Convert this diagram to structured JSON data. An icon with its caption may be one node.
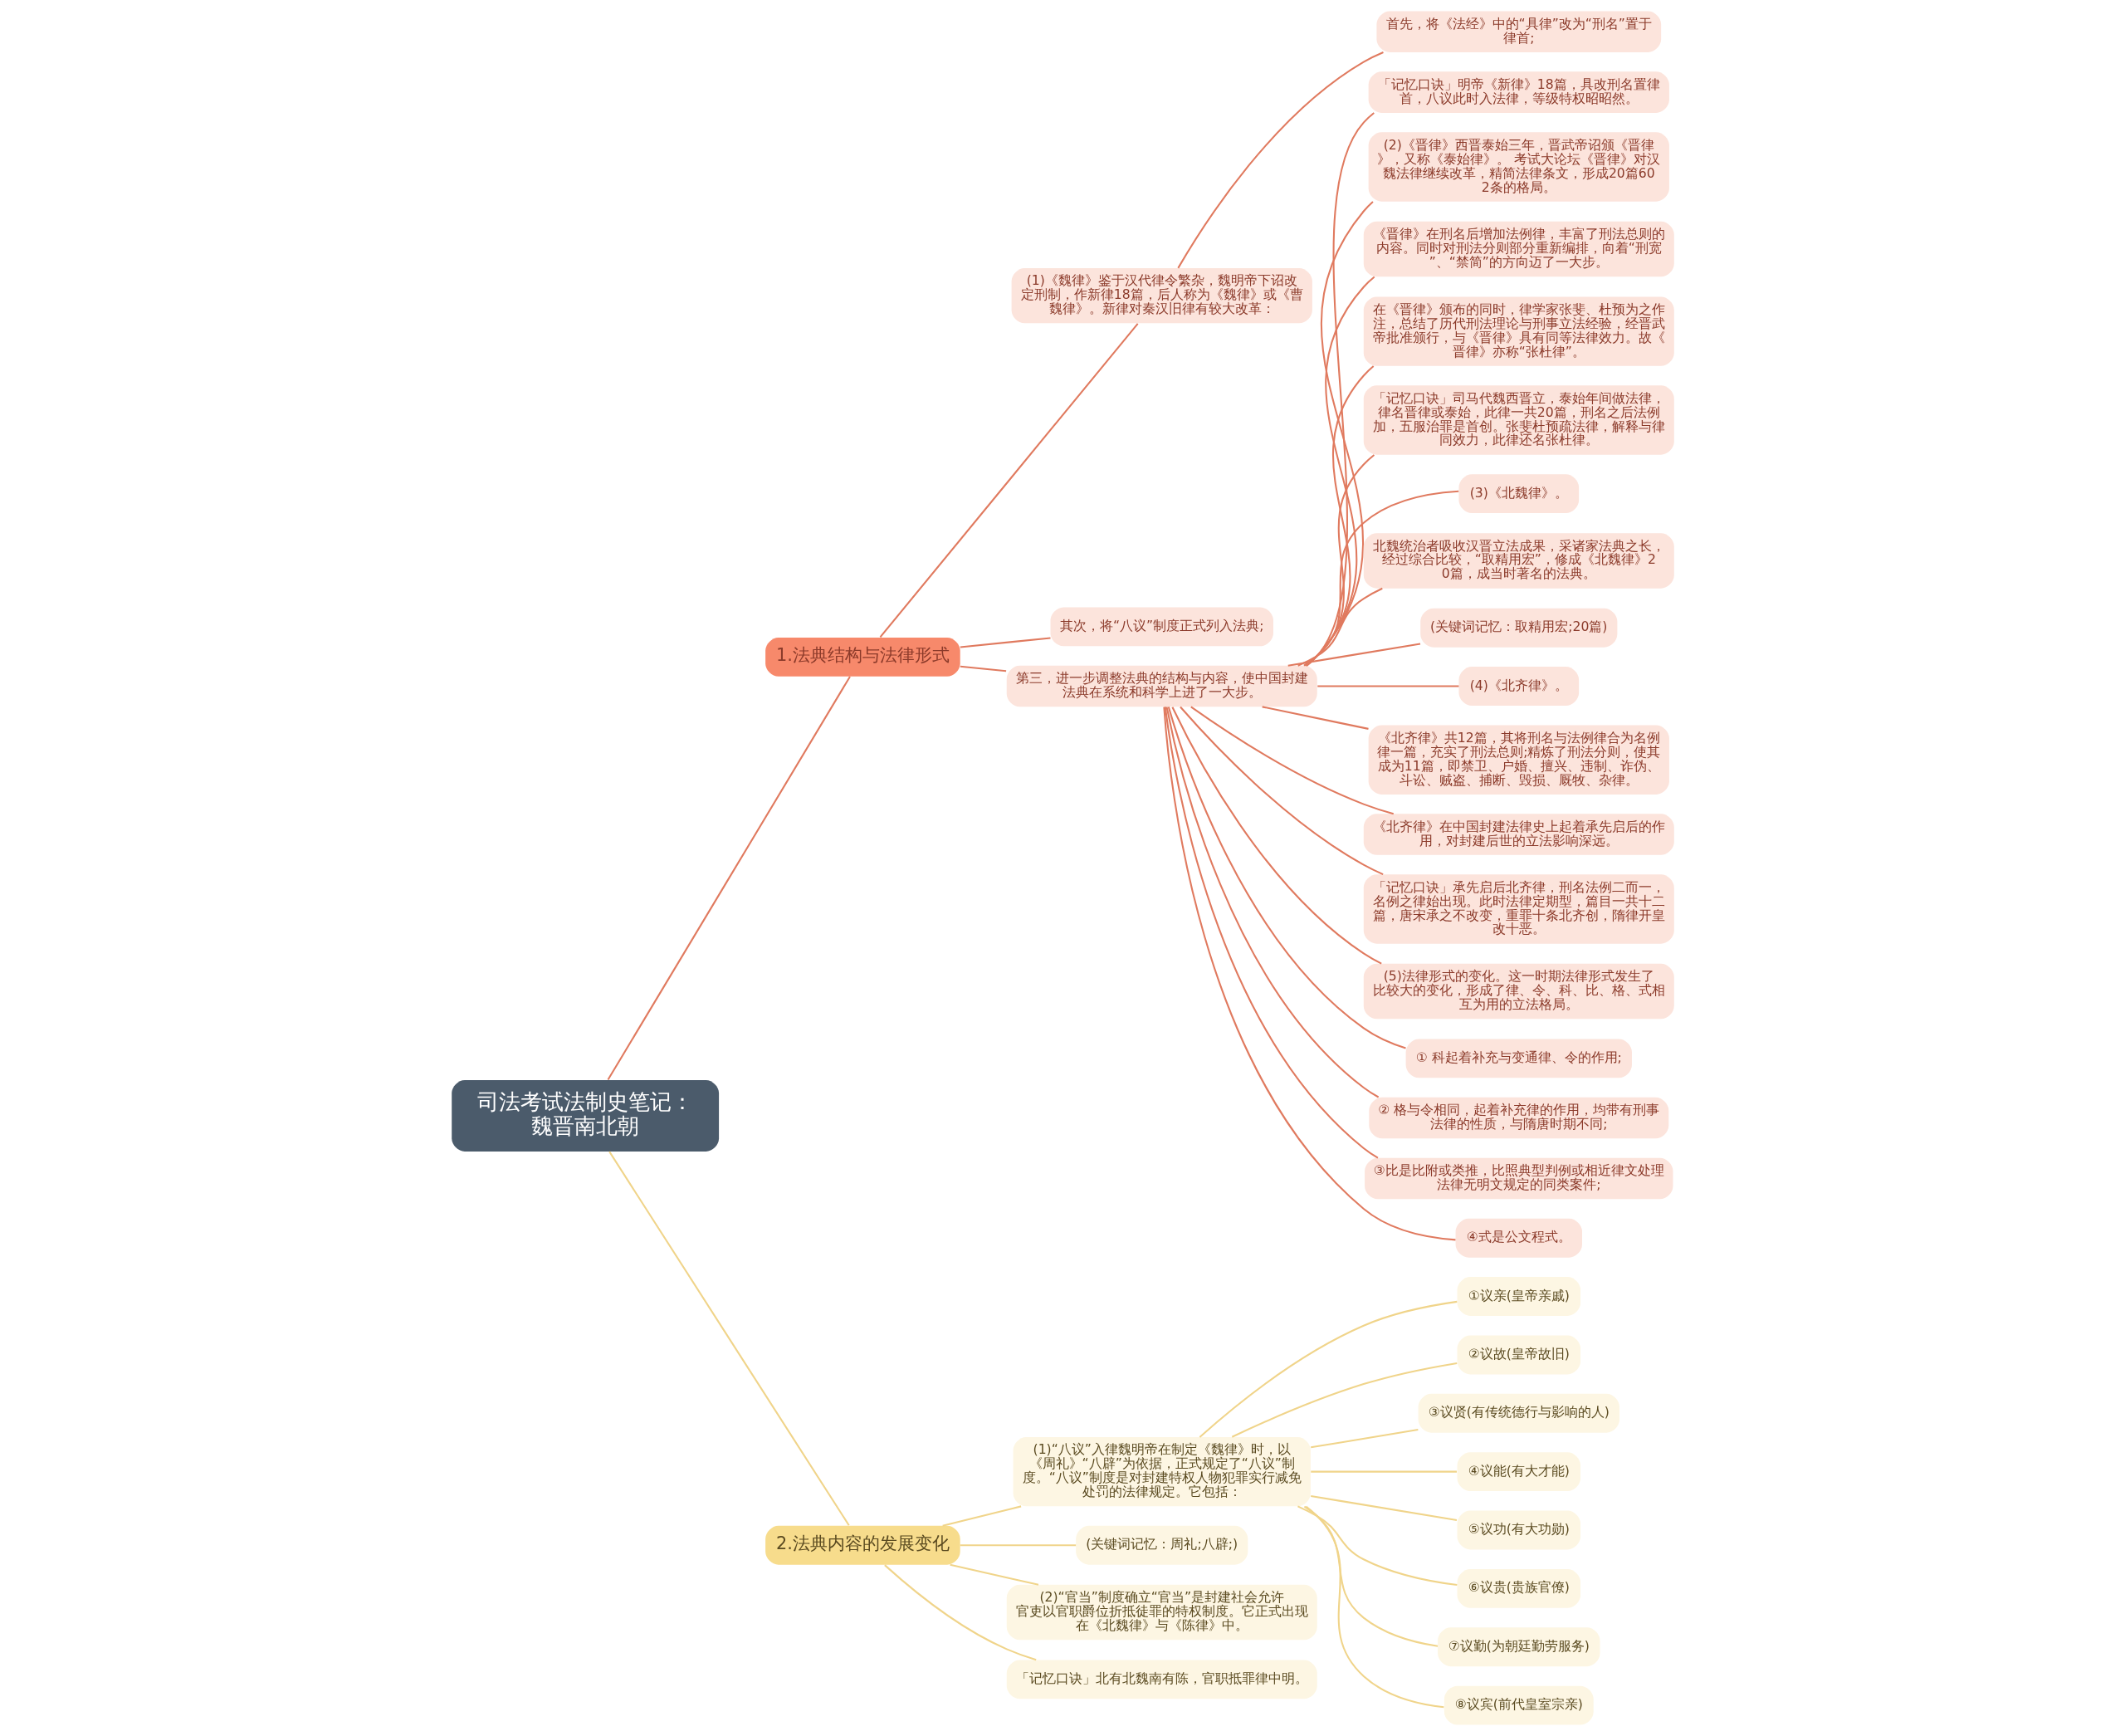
{
  "diagram": {
    "nodes": [
      {
        "text": [
          "司法考试法制史笔记：魏晋南北朝"
        ]
      },
      {
        "text": [
          "1.法典结构与法律形式"
        ]
      },
      {
        "text": [
          "(1)《魏律》鉴于汉代律令繁杂，魏明帝下诏改定刑制，作新律18篇，后人称为《魏律》或《曹魏律》。新律对秦汉旧律有较大改革："
        ]
      },
      {
        "text": [
          "首先，将《法经》中的“具律”改为“刑名”置于律首;"
        ]
      },
      {
        "text": [
          "其次，将“八议”制度正式列入法典;"
        ]
      },
      {
        "text": [
          "第三，进一步调整法典的结构与内容，使中国封建法典在系统和科学上进了一大步。"
        ]
      },
      {
        "text": [
          "「记忆口诀」明帝《新律》18篇，具改刑名置律首，八议此时入法律，等级特权昭昭然。"
        ]
      },
      {
        "text": [
          "(2)《晋律》西晋泰始三年，晋武帝诏颁《晋律》，又称《泰始律》。 考试大论坛《晋律》对汉魏法律继续改革，精简法律条文，形成20篇602条的格局。"
        ]
      },
      {
        "text": [
          "《晋律》在刑名后增加法例律，丰富了刑法总则的内容。同时对刑法分则部分重新编排，向着“刑宽”、“禁简”的方向迈了一大步。"
        ]
      },
      {
        "text": [
          "在《晋律》颁布的同时，律学家张斐、杜预为之作注，总结了历代刑法理论与刑事立法经验，经晋武帝批准颁行，与《晋律》具有同等法律效力。故《晋律》亦称“张杜律”。"
        ]
      },
      {
        "text": [
          "「记忆口诀」司马代魏西晋立，泰始年间做法律，律名晋律或泰始，此律一共20篇，刑名之后法例加，五服治罪是首创。张斐杜预疏法律，解释与律同效力，此律还名张杜律。"
        ]
      },
      {
        "text": [
          "(3)《北魏律》。"
        ]
      },
      {
        "text": [
          "北魏统治者吸收汉晋立法成果，采诸家法典之长，经过综合比较，“取精用宏”，修成《北魏律》20篇，成当时著名的法典。"
        ]
      },
      {
        "text": [
          "(关键词记忆：取精用宏;20篇)"
        ]
      },
      {
        "text": [
          "(4)《北齐律》。"
        ]
      },
      {
        "text": [
          "《北齐律》共12篇，其将刑名与法例律合为名例律一篇，充实了刑法总则;精炼了刑法分则，使其成为11篇，即禁卫、户婚、擅兴、违制、诈伪、斗讼、贼盗、捕断、毁损、厩牧、杂律。"
        ]
      },
      {
        "text": [
          "《北齐律》在中国封建法律史上起着承先启后的作用，对封建后世的立法影响深远。"
        ]
      },
      {
        "text": [
          "「记忆口诀」承先启后北齐律，刑名法例二而一，名例之律始出现。此时法律定期型，篇目一共十二篇，唐宋承之不改变，重罪十条北齐创，隋律开皇改十恶。"
        ]
      },
      {
        "text": [
          "(5)法律形式的变化。这一时期法律形式发生了比较大的变化，形成了律、令、科、比、格、式相互为用的立法格局。"
        ]
      },
      {
        "text": [
          "① 科起着补充与变通律、令的作用;"
        ]
      },
      {
        "text": [
          "② 格与令相同，起着补充律的作用，均带有刑事法律的性质，与隋唐时期不同;"
        ]
      },
      {
        "text": [
          "③比是比附或类推，比照典型判例或相近律文处理法律无明文规定的同类案件;"
        ]
      },
      {
        "text": [
          "④式是公文程式。"
        ]
      },
      {
        "text": [
          "2.法典内容的发展变化"
        ]
      },
      {
        "text": [
          "(1)“八议”入律魏明帝在制定《魏律》时，以《周礼》“八辟”为依据，正式规定了“八议”制度。“八议”制度是对封建特权人物犯罪实行减免处罚的法律规定。它包括："
        ]
      },
      {
        "text": [
          "①议亲(皇帝亲戚)"
        ]
      },
      {
        "text": [
          "②议故(皇帝故旧)"
        ]
      },
      {
        "text": [
          "③议贤(有传统德行与影响的人)"
        ]
      },
      {
        "text": [
          "④议能(有大才能)"
        ]
      },
      {
        "text": [
          "⑤议功(有大功勋)"
        ]
      },
      {
        "text": [
          "⑥议贵(贵族官僚)"
        ]
      },
      {
        "text": [
          "⑦议勤(为朝廷勤劳服务)"
        ]
      },
      {
        "text": [
          "⑧议宾(前代皇室宗亲)"
        ]
      },
      {
        "text": [
          "(关键词记忆：周礼;八辟;)"
        ]
      },
      {
        "text": [
          "(2)“官当”制度确立“官当”是封建社会允许官吏以官职爵位折抵徒罪的特权制度。它正式出现在《北魏律》与《陈律》中。"
        ]
      },
      {
        "text": [
          "「记忆口诀」北有北魏南有陈，官职抵罪律中明。"
        ]
      }
    ],
    "edges": [
      {
        "from": 0,
        "to": 1,
        "arrow": "none"
      },
      {
        "from": 1,
        "to": 2,
        "arrow": "none"
      },
      {
        "from": 2,
        "to": 3,
        "arrow": "none"
      },
      {
        "from": 1,
        "to": 4,
        "arrow": "none"
      },
      {
        "from": 1,
        "to": 5,
        "arrow": "none"
      },
      {
        "from": 5,
        "to": 6,
        "arrow": "none"
      },
      {
        "from": 5,
        "to": 7,
        "arrow": "none"
      },
      {
        "from": 5,
        "to": 8,
        "arrow": "none"
      },
      {
        "from": 5,
        "to": 9,
        "arrow": "none"
      },
      {
        "from": 5,
        "to": 10,
        "arrow": "none"
      },
      {
        "from": 5,
        "to": 11,
        "arrow": "none"
      },
      {
        "from": 5,
        "to": 12,
        "arrow": "none"
      },
      {
        "from": 5,
        "to": 13,
        "arrow": "none"
      },
      {
        "from": 5,
        "to": 14,
        "arrow": "none"
      },
      {
        "from": 5,
        "to": 15,
        "arrow": "none"
      },
      {
        "from": 5,
        "to": 16,
        "arrow": "none"
      },
      {
        "from": 5,
        "to": 17,
        "arrow": "none"
      },
      {
        "from": 5,
        "to": 18,
        "arrow": "none"
      },
      {
        "from": 5,
        "to": 19,
        "arrow": "none"
      },
      {
        "from": 5,
        "to": 20,
        "arrow": "none"
      },
      {
        "from": 5,
        "to": 21,
        "arrow": "none"
      },
      {
        "from": 5,
        "to": 22,
        "arrow": "none"
      },
      {
        "from": 0,
        "to": 23,
        "arrow": "none",
        "color": "#f0d48a"
      },
      {
        "from": 23,
        "to": 24,
        "arrow": "none",
        "color": "#f0d48a"
      },
      {
        "from": 24,
        "to": 25,
        "arrow": "none",
        "color": "#f0d48a"
      },
      {
        "from": 24,
        "to": 26,
        "arrow": "none",
        "color": "#f0d48a"
      },
      {
        "from": 24,
        "to": 27,
        "arrow": "none",
        "color": "#f0d48a"
      },
      {
        "from": 24,
        "to": 28,
        "arrow": "none",
        "color": "#f0d48a"
      },
      {
        "from": 24,
        "to": 29,
        "arrow": "none",
        "color": "#f0d48a"
      },
      {
        "from": 24,
        "to": 30,
        "arrow": "none",
        "color": "#f0d48a"
      },
      {
        "from": 24,
        "to": 31,
        "arrow": "none",
        "color": "#f0d48a"
      },
      {
        "from": 24,
        "to": 32,
        "arrow": "none",
        "color": "#f0d48a"
      },
      {
        "from": 23,
        "to": 33,
        "arrow": "none",
        "color": "#f0d48a"
      },
      {
        "from": 23,
        "to": 34,
        "arrow": "none",
        "color": "#f0d48a"
      },
      {
        "from": 23,
        "to": 35,
        "arrow": "none",
        "color": "#f0d48a"
      }
    ]
  }
}
